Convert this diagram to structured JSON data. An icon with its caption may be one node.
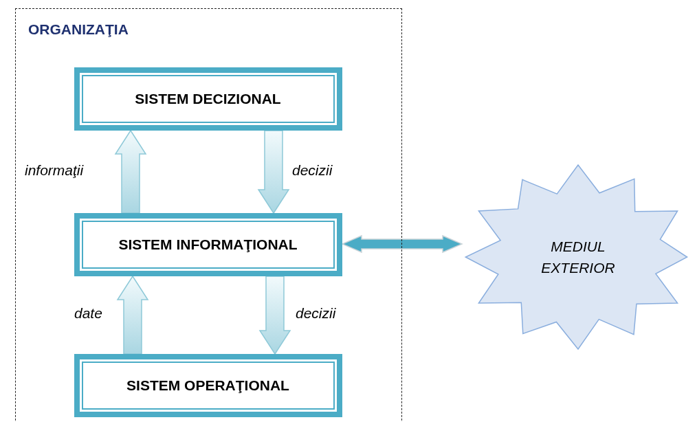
{
  "diagram": {
    "nodes": [
      {
        "text": [
          "ORGANIZAŢIA"
        ]
      },
      {
        "text": [
          "SISTEM DECIZIONAL"
        ],
        "in": 0
      },
      {
        "text": [
          "SISTEM INFORMAŢIONAL"
        ],
        "in": 0
      },
      {
        "text": [
          "SISTEM OPERAŢIONAL"
        ],
        "in": 0
      },
      {
        "text": [
          "MEDIUL EXTERIOR"
        ]
      }
    ],
    "edges": [
      {
        "from": 2,
        "to": 1,
        "arrow": "to",
        "label": "informaţii"
      },
      {
        "from": 1,
        "to": 2,
        "arrow": "to",
        "label": "decizii"
      },
      {
        "from": 3,
        "to": 2,
        "arrow": "to",
        "label": "date"
      },
      {
        "from": 2,
        "to": 3,
        "arrow": "to",
        "label": "decizii"
      },
      {
        "from": 2,
        "to": 4,
        "arrow": "both"
      }
    ]
  }
}
